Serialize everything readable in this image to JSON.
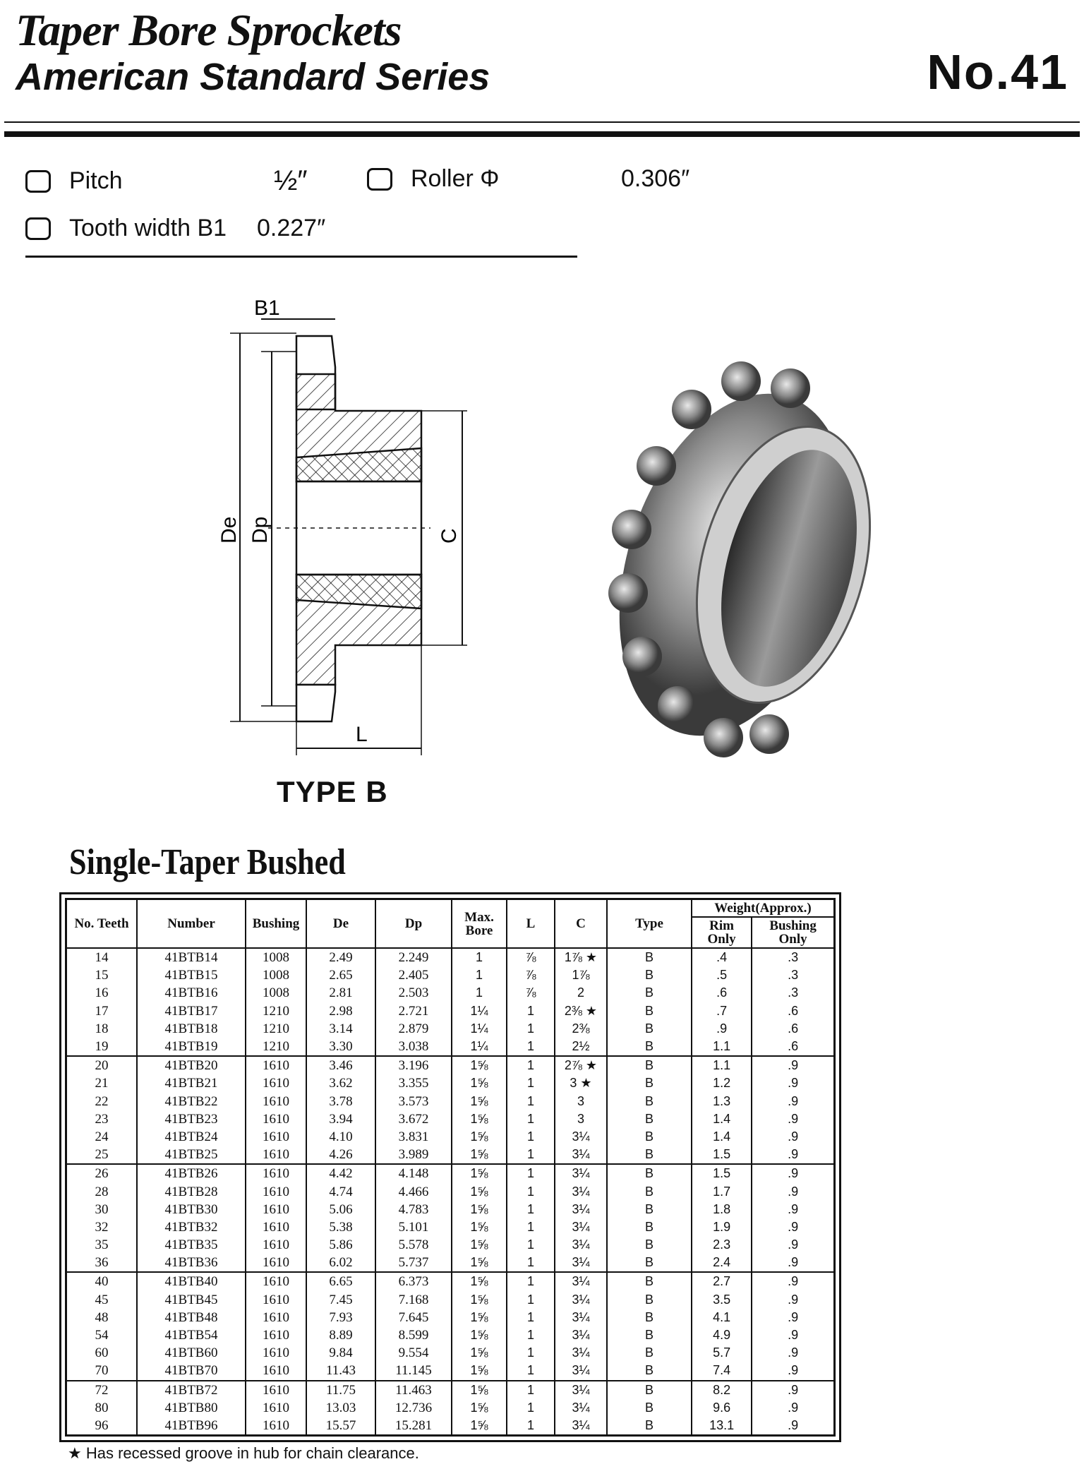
{
  "header": {
    "title": "Taper Bore Sprockets",
    "subtitle": "American Standard Series",
    "chain_no": "No.41"
  },
  "specs": {
    "pitch_label": "Pitch",
    "pitch_value": "½″",
    "roller_label": "Roller Φ",
    "roller_value": "0.306″",
    "tooth_label": "Tooth width B1",
    "tooth_value": "0.227″"
  },
  "diagram": {
    "b1": "B1",
    "de": "De",
    "dp": "Dp",
    "c": "C",
    "l": "L",
    "type": "TYPE B"
  },
  "section_title": "Single-Taper Bushed",
  "table": {
    "headers": {
      "teeth": "No. Teeth",
      "number": "Number",
      "bushing": "Bushing",
      "de": "De",
      "dp": "Dp",
      "bore": "Max. Bore",
      "l": "L",
      "c": "C",
      "type": "Type",
      "weight": "Weight(Approx.)",
      "rim": "Rim Only",
      "bush": "Bushing Only"
    },
    "rows": [
      [
        "14",
        "41BTB14",
        "1008",
        "2.49",
        "2.249",
        "1",
        "⅞",
        "1⅞ ★",
        "B",
        ".4",
        ".3"
      ],
      [
        "15",
        "41BTB15",
        "1008",
        "2.65",
        "2.405",
        "1",
        "⅞",
        "1⅞",
        "B",
        ".5",
        ".3"
      ],
      [
        "16",
        "41BTB16",
        "1008",
        "2.81",
        "2.503",
        "1",
        "⅞",
        "2",
        "B",
        ".6",
        ".3"
      ],
      [
        "17",
        "41BTB17",
        "1210",
        "2.98",
        "2.721",
        "1¼",
        "1",
        "2⅜ ★",
        "B",
        ".7",
        ".6"
      ],
      [
        "18",
        "41BTB18",
        "1210",
        "3.14",
        "2.879",
        "1¼",
        "1",
        "2⅜",
        "B",
        ".9",
        ".6"
      ],
      [
        "19",
        "41BTB19",
        "1210",
        "3.30",
        "3.038",
        "1¼",
        "1",
        "2½",
        "B",
        "1.1",
        ".6"
      ],
      [
        "20",
        "41BTB20",
        "1610",
        "3.46",
        "3.196",
        "1⅝",
        "1",
        "2⅞ ★",
        "B",
        "1.1",
        ".9"
      ],
      [
        "21",
        "41BTB21",
        "1610",
        "3.62",
        "3.355",
        "1⅝",
        "1",
        "3 ★",
        "B",
        "1.2",
        ".9"
      ],
      [
        "22",
        "41BTB22",
        "1610",
        "3.78",
        "3.573",
        "1⅝",
        "1",
        "3",
        "B",
        "1.3",
        ".9"
      ],
      [
        "23",
        "41BTB23",
        "1610",
        "3.94",
        "3.672",
        "1⅝",
        "1",
        "3",
        "B",
        "1.4",
        ".9"
      ],
      [
        "24",
        "41BTB24",
        "1610",
        "4.10",
        "3.831",
        "1⅝",
        "1",
        "3¼",
        "B",
        "1.4",
        ".9"
      ],
      [
        "25",
        "41BTB25",
        "1610",
        "4.26",
        "3.989",
        "1⅝",
        "1",
        "3¼",
        "B",
        "1.5",
        ".9"
      ],
      [
        "26",
        "41BTB26",
        "1610",
        "4.42",
        "4.148",
        "1⅝",
        "1",
        "3¼",
        "B",
        "1.5",
        ".9"
      ],
      [
        "28",
        "41BTB28",
        "1610",
        "4.74",
        "4.466",
        "1⅝",
        "1",
        "3¼",
        "B",
        "1.7",
        ".9"
      ],
      [
        "30",
        "41BTB30",
        "1610",
        "5.06",
        "4.783",
        "1⅝",
        "1",
        "3¼",
        "B",
        "1.8",
        ".9"
      ],
      [
        "32",
        "41BTB32",
        "1610",
        "5.38",
        "5.101",
        "1⅝",
        "1",
        "3¼",
        "B",
        "1.9",
        ".9"
      ],
      [
        "35",
        "41BTB35",
        "1610",
        "5.86",
        "5.578",
        "1⅝",
        "1",
        "3¼",
        "B",
        "2.3",
        ".9"
      ],
      [
        "36",
        "41BTB36",
        "1610",
        "6.02",
        "5.737",
        "1⅝",
        "1",
        "3¼",
        "B",
        "2.4",
        ".9"
      ],
      [
        "40",
        "41BTB40",
        "1610",
        "6.65",
        "6.373",
        "1⅝",
        "1",
        "3¼",
        "B",
        "2.7",
        ".9"
      ],
      [
        "45",
        "41BTB45",
        "1610",
        "7.45",
        "7.168",
        "1⅝",
        "1",
        "3¼",
        "B",
        "3.5",
        ".9"
      ],
      [
        "48",
        "41BTB48",
        "1610",
        "7.93",
        "7.645",
        "1⅝",
        "1",
        "3¼",
        "B",
        "4.1",
        ".9"
      ],
      [
        "54",
        "41BTB54",
        "1610",
        "8.89",
        "8.599",
        "1⅝",
        "1",
        "3¼",
        "B",
        "4.9",
        ".9"
      ],
      [
        "60",
        "41BTB60",
        "1610",
        "9.84",
        "9.554",
        "1⅝",
        "1",
        "3¼",
        "B",
        "5.7",
        ".9"
      ],
      [
        "70",
        "41BTB70",
        "1610",
        "11.43",
        "11.145",
        "1⅝",
        "1",
        "3¼",
        "B",
        "7.4",
        ".9"
      ],
      [
        "72",
        "41BTB72",
        "1610",
        "11.75",
        "11.463",
        "1⅝",
        "1",
        "3¼",
        "B",
        "8.2",
        ".9"
      ],
      [
        "80",
        "41BTB80",
        "1610",
        "13.03",
        "12.736",
        "1⅝",
        "1",
        "3¼",
        "B",
        "9.6",
        ".9"
      ],
      [
        "96",
        "41BTB96",
        "1610",
        "15.57",
        "15.281",
        "1⅝",
        "1",
        "3¼",
        "B",
        "13.1",
        ".9"
      ]
    ]
  },
  "footnote": "★ Has recessed groove in hub for chain clearance."
}
